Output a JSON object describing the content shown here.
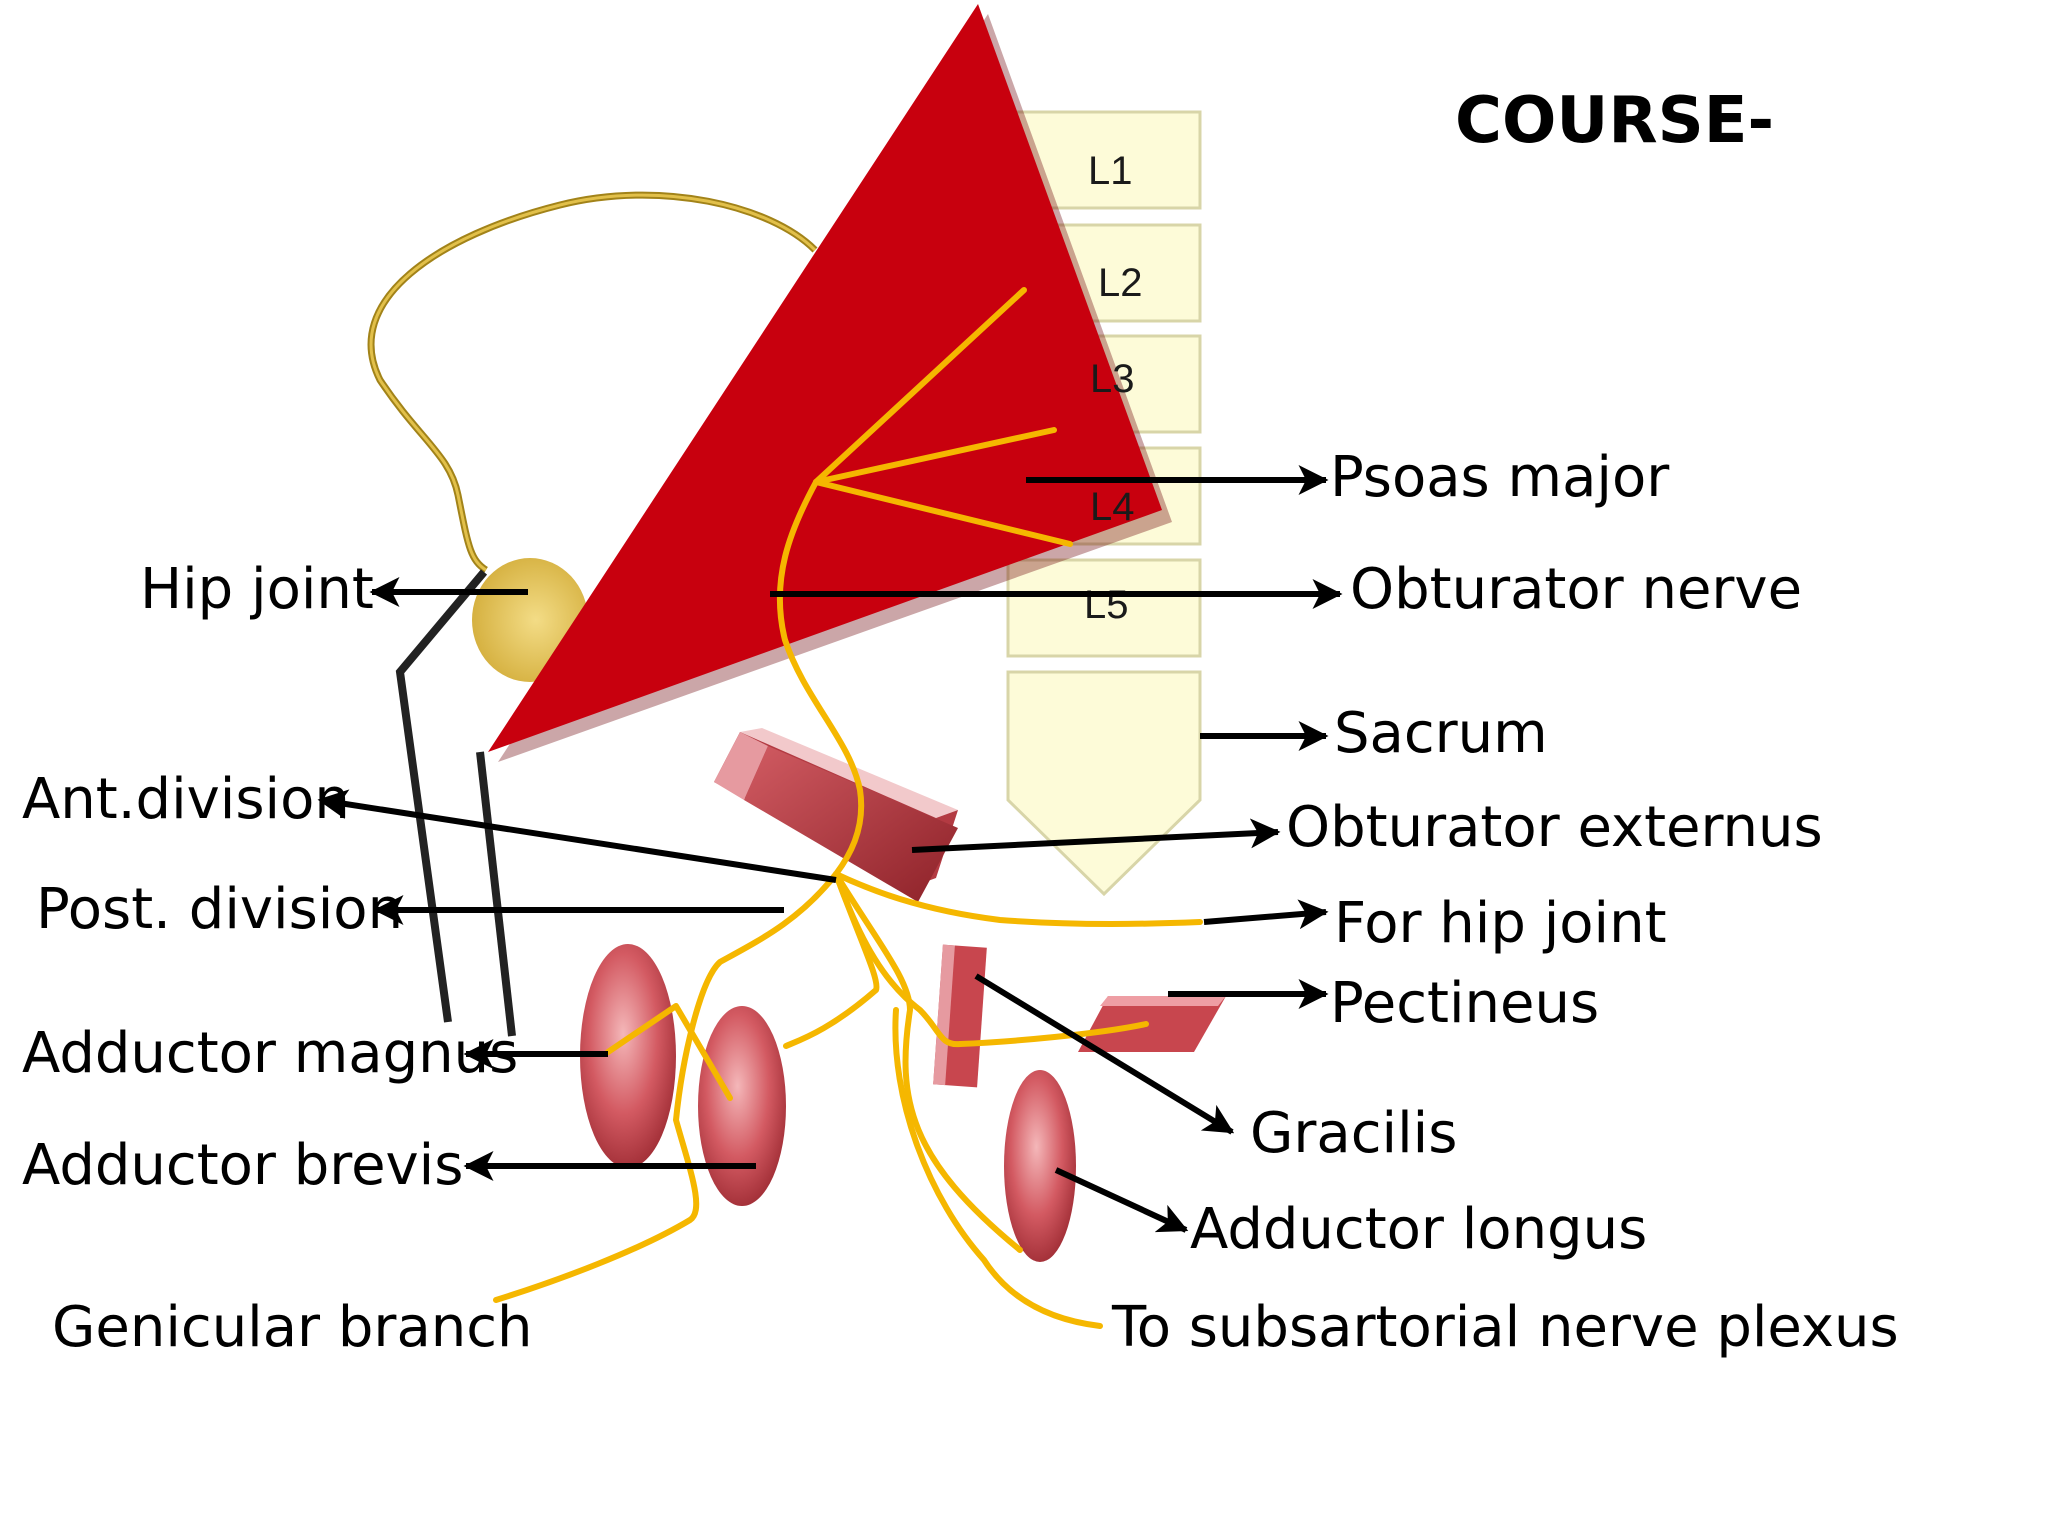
{
  "title": "COURSE-",
  "vertebrae": [
    "L1",
    "L2",
    "L3",
    "L4",
    "L5"
  ],
  "labels": {
    "psoas_major": "Psoas major",
    "obturator_nerve": "Obturator nerve",
    "sacrum": "Sacrum",
    "obturator_externus": "Obturator externus",
    "for_hip_joint": "For hip joint",
    "pectineus": "Pectineus",
    "gracilis": "Gracilis",
    "adductor_longus": "Adductor longus",
    "subsartorial": "To subsartorial nerve plexus",
    "hip_joint": "Hip joint",
    "ant_division": "Ant.division",
    "post_division": "Post. division",
    "adductor_magnus": "Adductor magnus",
    "adductor_brevis": "Adductor brevis",
    "genicular_branch": "Genicular branch"
  },
  "colors": {
    "psoas": "#c8000e",
    "nerve": "#f5b700",
    "vertebra": "#fdfbd8",
    "muscle": "#c0464e",
    "joint": "#e7c75c"
  }
}
